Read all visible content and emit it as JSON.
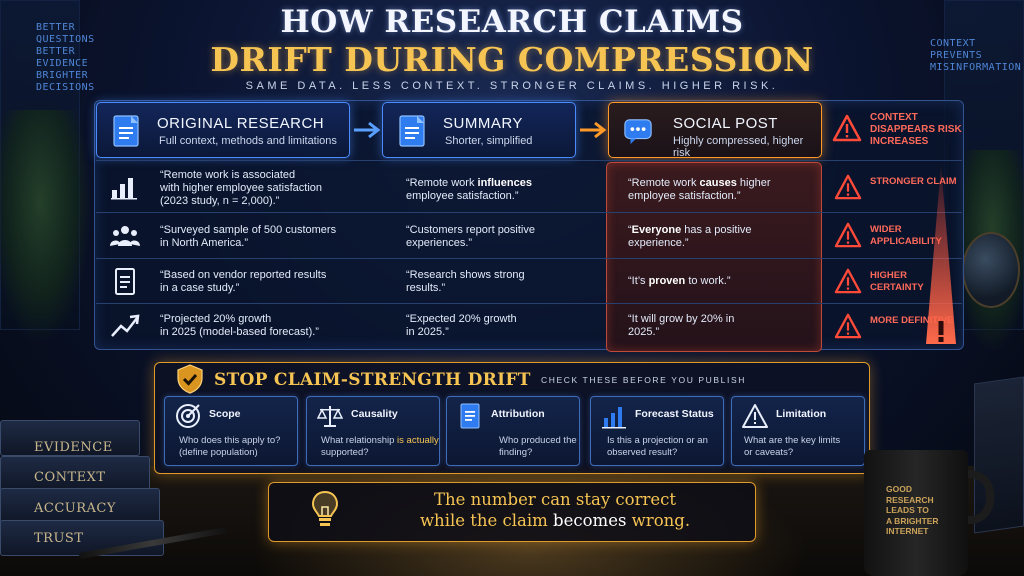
{
  "title": {
    "line1": "How Research Claims",
    "line2": "Drift During Compression",
    "subtitle": "Same data. Less context. Stronger claims. Higher risk."
  },
  "side_notes": {
    "left": [
      "BETTER",
      "QUESTIONS",
      "BETTER",
      "EVIDENCE",
      "BRIGHTER",
      "DECISIONS"
    ],
    "right": [
      "CONTEXT",
      "PREVENTS",
      "MISINFORMATION"
    ]
  },
  "columns": [
    {
      "title": "Original Research",
      "subtitle": "Full context, methods and limitations",
      "icon": "document-icon"
    },
    {
      "title": "Summary",
      "subtitle": "Shorter, simplified",
      "icon": "document-icon"
    },
    {
      "title": "Social Post",
      "subtitle": "Highly compressed, higher risk",
      "icon": "chat-bubble-icon"
    }
  ],
  "context_warning": "Context disappears risk increases",
  "rows": [
    {
      "icon": "bar-chart-icon",
      "original": [
        "“Remote work is associated",
        "with higher employee satisfaction",
        "(2023 study, n = 2,000).”"
      ],
      "summary_pre": "“Remote work ",
      "summary_bold": "influences",
      "summary_post": " employee satisfaction.”",
      "social_pre": "“Remote work ",
      "social_bold": "causes",
      "social_post": " higher employee satisfaction.”",
      "warning": "Stronger claim"
    },
    {
      "icon": "people-icon",
      "original": [
        "“Surveyed sample of 500 customers",
        "in North America.”"
      ],
      "summary_pre": "“Customers report positive experiences.”",
      "summary_bold": "",
      "summary_post": "",
      "social_pre": "“",
      "social_bold": "Everyone",
      "social_post": " has a positive experience.”",
      "warning": "Wider applicability"
    },
    {
      "icon": "report-icon",
      "original": [
        "“Based on vendor reported results",
        "in a case study.”"
      ],
      "summary_pre": "“Research shows strong results.”",
      "summary_bold": "",
      "summary_post": "",
      "social_pre": "“It’s ",
      "social_bold": "proven",
      "social_post": " to work.”",
      "warning": "Higher certainty"
    },
    {
      "icon": "trend-up-icon",
      "original": [
        "“Projected 20% growth",
        "in 2025 (model-based forecast).”"
      ],
      "summary_pre": "“Expected 20% growth in 2025.”",
      "summary_bold": "",
      "summary_post": "",
      "social_pre": "“It will grow by 20% in 2025.”",
      "social_bold": "",
      "social_post": "",
      "warning": "More definitive"
    }
  ],
  "stop_drift": {
    "title": "Stop Claim-Strength Drift",
    "subtitle": "Check these before you publish",
    "checks": [
      {
        "title": "Scope",
        "icon": "target-icon",
        "pre": "Who does this apply to? (define population)",
        "hl": "",
        "post": ""
      },
      {
        "title": "Causality",
        "icon": "scales-icon",
        "pre": "What relationship ",
        "hl": "is actually",
        "post": " supported?"
      },
      {
        "title": "Attribution",
        "icon": "document-icon",
        "pre": "Who produced the finding?",
        "hl": "",
        "post": ""
      },
      {
        "title": "Forecast Status",
        "icon": "bar-chart-icon",
        "pre": "Is this a projection or an observed result?",
        "hl": "",
        "post": ""
      },
      {
        "title": "Limitation",
        "icon": "warning-icon",
        "pre": "What are the key limits or caveats?",
        "hl": "",
        "post": ""
      }
    ]
  },
  "bottom": {
    "line1": "The number can stay correct",
    "line2_pre": "while the claim ",
    "line2_white": "becomes",
    "line2_post": " wrong."
  },
  "books": [
    "Evidence",
    "Context",
    "Accuracy",
    "Trust"
  ],
  "mug": [
    "GOOD",
    "RESEARCH",
    "LEADS TO",
    "A BRIGHTER",
    "INTERNET"
  ],
  "colors": {
    "accent_gold": "#f6c453",
    "accent_blue": "#4a8cff",
    "warning_red": "#ff6a5a",
    "social_orange": "#ff9a2a"
  }
}
